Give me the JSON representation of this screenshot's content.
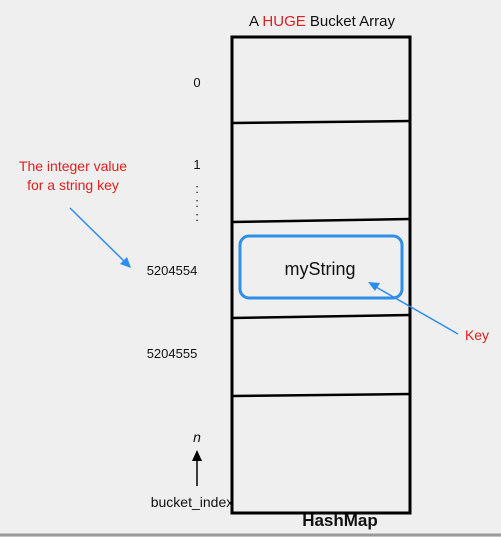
{
  "title": {
    "prefix": "A ",
    "highlight": "HUGE",
    "suffix": " Bucket Array"
  },
  "bucket_indices": [
    {
      "label": "0"
    },
    {
      "label": "1"
    },
    {
      "label": "5204554"
    },
    {
      "label": "5204555"
    }
  ],
  "last_index": "n",
  "ellipsis": ":",
  "index_axis_label": "bucket_index",
  "key_string": "myString",
  "annotations": {
    "integer_value_line1": "The integer value",
    "integer_value_line2": "for a string key",
    "key": "Key"
  },
  "footer": {
    "caption": "HashMap"
  },
  "colors": {
    "background": "#efefef",
    "annotation_red": "#e41e1e",
    "arrow_blue": "#2d8cf0",
    "key_box_blue": "#2f8fe8",
    "lines": "#000000",
    "text": "#111111"
  }
}
